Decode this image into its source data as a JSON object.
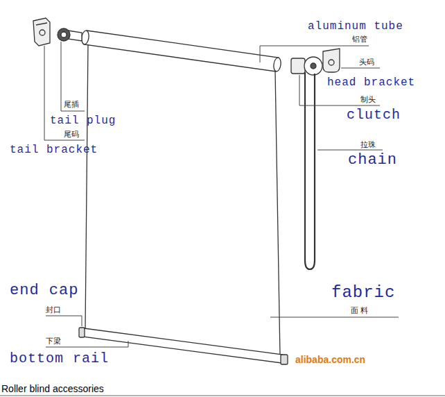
{
  "diagram": {
    "caption": "Roller blind accessories",
    "labels": [
      "aluminum tube",
      "铝管",
      "头码",
      "head bracket",
      "尾插",
      "tail plug",
      "尾码",
      "tail bracket",
      "制头",
      "clutch",
      "拉珠",
      "chain",
      "end cap",
      "封口",
      "fabric",
      "面 料",
      "下梁",
      "bottom rail",
      "alibaba.com.cn"
    ]
  }
}
